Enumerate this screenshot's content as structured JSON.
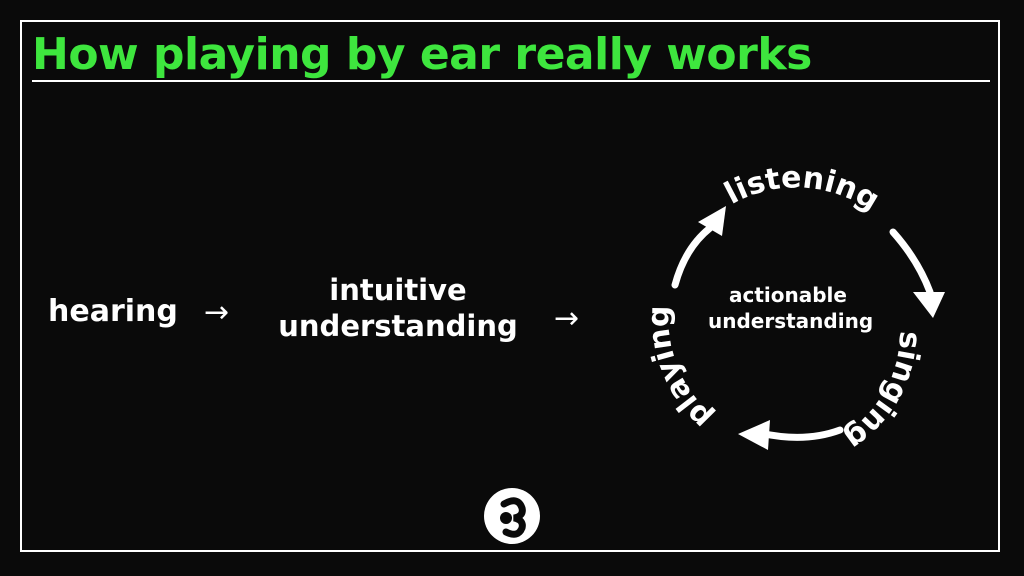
{
  "title": "How playing by ear really works",
  "colors": {
    "title": "#3ee63e",
    "background": "#0a0a0a",
    "foreground": "#ffffff"
  },
  "flow": {
    "hearing": "hearing",
    "arrow_1": "→",
    "intuitive_line_1": "intuitive",
    "intuitive_line_2": "understanding",
    "arrow_2": "→",
    "center_line_1": "actionable",
    "center_line_2": "understanding"
  },
  "cycle": {
    "labels": [
      "listening",
      "singing",
      "playing"
    ]
  },
  "logo": {
    "icon": "circle-logo-icon"
  }
}
